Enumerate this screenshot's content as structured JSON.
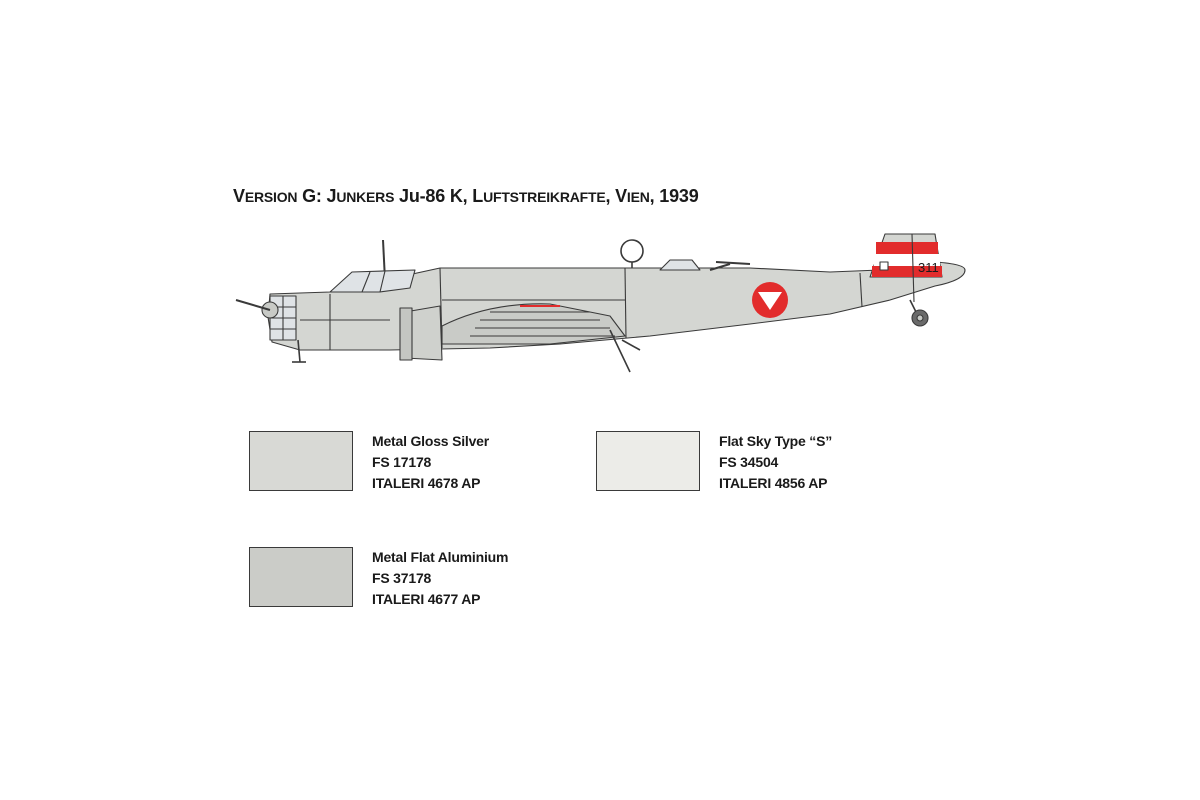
{
  "title": {
    "v_initial": "V",
    "v_rest": "ersion",
    "version_letter": " G:  ",
    "j_initial": "J",
    "j_rest": "unkers",
    "model": " Ju-86 K, ",
    "l_initial": "L",
    "l_rest": "uftstreikrafte",
    "comma": ",  ",
    "vi_initial": "V",
    "vi_rest": "ien",
    "year": ", 1939"
  },
  "aircraft": {
    "tail_number": "311",
    "colors": {
      "body": "#d4d6d2",
      "outline": "#3a3a3a",
      "marking_red": "#e22c2c",
      "marking_white": "#ffffff"
    }
  },
  "paints": [
    {
      "name": "Metal Gloss Silver",
      "fs": "FS 17178",
      "italeri": "ITALERI 4678 AP",
      "color": "#d8d9d5"
    },
    {
      "name": "Flat Sky Type “S”",
      "fs": "FS 34504",
      "italeri": "ITALERI 4856 AP",
      "color": "#ecece8"
    },
    {
      "name": "Metal Flat Aluminium",
      "fs": "FS 37178",
      "italeri": "ITALERI 4677 AP",
      "color": "#cbccc8"
    }
  ]
}
